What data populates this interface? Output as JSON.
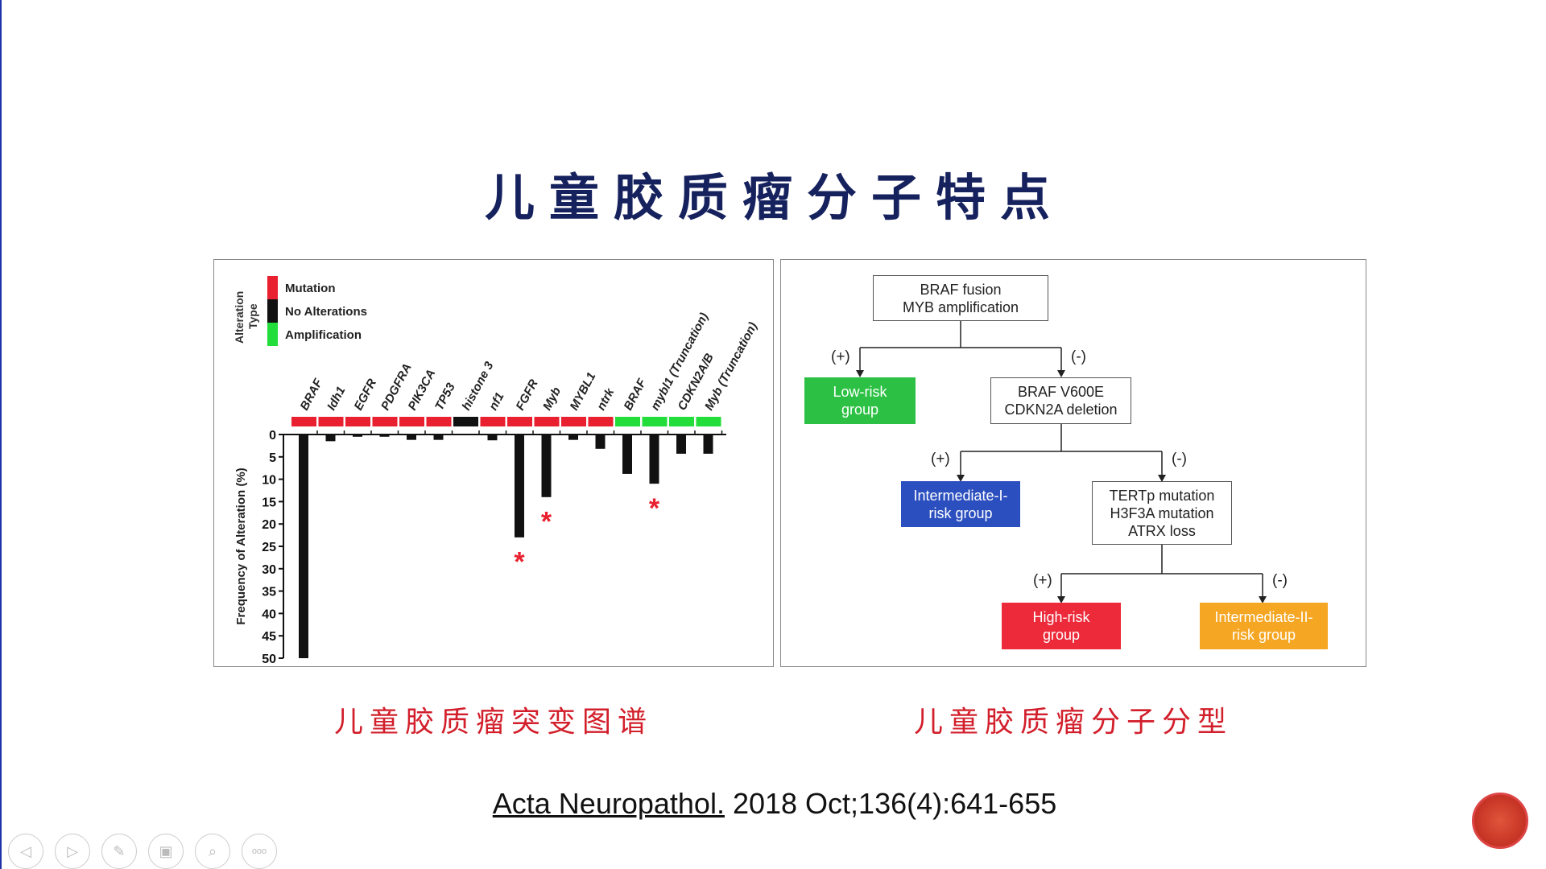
{
  "title": "儿童胶质瘤分子特点",
  "chart_data": {
    "type": "bar",
    "ylabel": "Frequency of Alteration (%)",
    "legend_title": "Alteration Type",
    "legend": [
      {
        "label": "Mutation",
        "color": "#e8202f"
      },
      {
        "label": "No Alterations",
        "color": "#111111"
      },
      {
        "label": "Amplification",
        "color": "#22dd3a"
      }
    ],
    "ylim": [
      0,
      50
    ],
    "yticks": [
      0,
      5,
      10,
      15,
      20,
      25,
      30,
      35,
      40,
      45,
      50
    ],
    "categories": [
      "BRAF",
      "Idh1",
      "EGFR",
      "PDGFRA",
      "PIK3CA",
      "TP53",
      "histone 3",
      "nf1",
      "FGFR",
      "Myb",
      "MYBL1",
      "ntrk",
      "BRAF",
      "mybl1 (Truncation)",
      "CDKN2A/B",
      "Myb (Truncation)"
    ],
    "types": [
      "Mutation",
      "Mutation",
      "Mutation",
      "Mutation",
      "Mutation",
      "Mutation",
      "No Alterations",
      "Mutation",
      "Mutation",
      "Mutation",
      "Mutation",
      "Mutation",
      "Amplification",
      "Amplification",
      "Amplification",
      "Amplification"
    ],
    "values": [
      50,
      1.5,
      0.5,
      0.5,
      1.2,
      1.2,
      0,
      1.3,
      23,
      14,
      1.2,
      3.2,
      8.8,
      11,
      4.3,
      4.3
    ],
    "asterisks": [
      {
        "category_index": 8,
        "y": 28
      },
      {
        "category_index": 9,
        "y": 19
      },
      {
        "category_index": 13,
        "y": 16
      }
    ]
  },
  "flow": {
    "root": [
      "BRAF fusion",
      "MYB amplification"
    ],
    "low": [
      "Low-risk",
      "group"
    ],
    "second": [
      "BRAF V600E",
      "CDKN2A deletion"
    ],
    "int1": [
      "Intermediate-I-",
      "risk group"
    ],
    "third": [
      "TERTp mutation",
      "H3F3A mutation",
      "ATRX loss"
    ],
    "high": [
      "High-risk",
      "group"
    ],
    "int2": [
      "Intermediate-II-",
      "risk group"
    ],
    "plus": "(+)",
    "minus": "(-)"
  },
  "captions": {
    "left": "儿童胶质瘤突变图谱",
    "right": "儿童胶质瘤分子分型"
  },
  "citation": {
    "journal": "Acta Neuropathol.",
    "rest": " 2018 Oct;136(4):641-655"
  },
  "toolbar": [
    {
      "icon": "prev-icon",
      "glyph": "◁"
    },
    {
      "icon": "next-icon",
      "glyph": "▷"
    },
    {
      "icon": "pen-icon",
      "glyph": "✎"
    },
    {
      "icon": "slides-icon",
      "glyph": "▣"
    },
    {
      "icon": "zoom-icon",
      "glyph": "⌕"
    },
    {
      "icon": "more-icon",
      "glyph": "ooo"
    }
  ],
  "colors": {
    "red": "#e8202f",
    "green": "#22dd3a",
    "blue": "#2c4fbf",
    "orange": "#f5a623",
    "title": "#16225e"
  }
}
